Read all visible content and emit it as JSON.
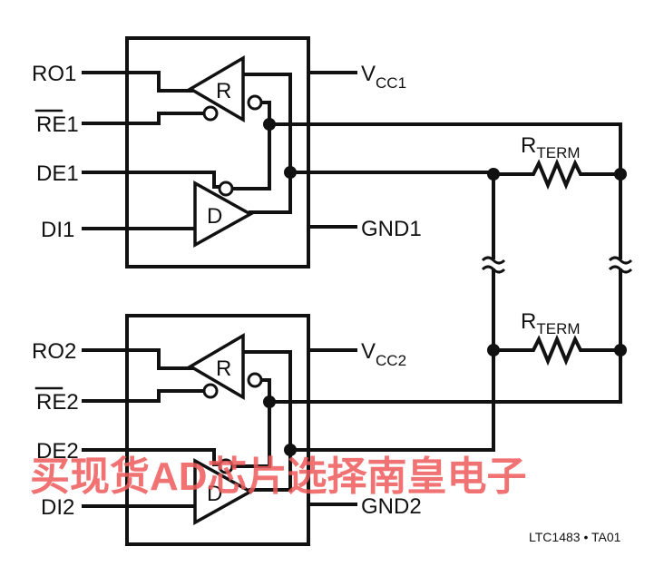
{
  "diagram": {
    "transceiver1": {
      "pins_left": {
        "ro": "RO1",
        "re": "RE",
        "re_suffix": "1",
        "de": "DE1",
        "di": "DI1"
      },
      "pins_right": {
        "vcc_main": "V",
        "vcc_sub": "CC1",
        "gnd": "GND1"
      },
      "receiver_label": "R",
      "driver_label": "D"
    },
    "transceiver2": {
      "pins_left": {
        "ro": "RO2",
        "re": "RE",
        "re_suffix": "2",
        "de": "DE2",
        "di": "DI2"
      },
      "pins_right": {
        "vcc_main": "V",
        "vcc_sub": "CC2",
        "gnd": "GND2"
      },
      "receiver_label": "R",
      "driver_label": "D"
    },
    "rterm_top": {
      "main": "R",
      "sub": "TERM"
    },
    "rterm_bottom": {
      "main": "R",
      "sub": "TERM"
    },
    "caption": "LTC1483 • TA01",
    "watermark": "买现货AD芯片选择南皇电子",
    "colors": {
      "line": "#111111",
      "watermark": "#ef5a5a",
      "background": "#ffffff"
    }
  }
}
